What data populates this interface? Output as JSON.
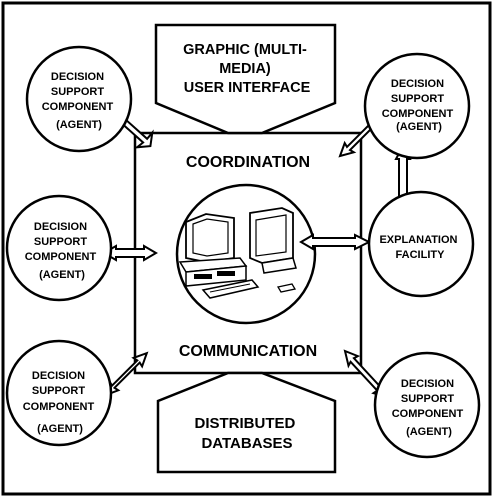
{
  "colors": {
    "stroke": "#000000",
    "background": "#ffffff"
  },
  "center": {
    "top_label": "COORDINATION",
    "bottom_label": "COMMUNICATION",
    "image": "computer-workstation"
  },
  "top_box": {
    "lines": [
      "GRAPHIC (MULTI-",
      "MEDIA)",
      "USER INTERFACE"
    ]
  },
  "bottom_box": {
    "lines": [
      "DISTRIBUTED",
      "DATABASES"
    ]
  },
  "circles": {
    "top_left": {
      "lines": [
        "DECISION",
        "SUPPORT",
        "COMPONENT",
        "(AGENT)"
      ]
    },
    "middle_left": {
      "lines": [
        "DECISION",
        "SUPPORT",
        "COMPONENT",
        "(AGENT)"
      ]
    },
    "bottom_left": {
      "lines": [
        "DECISION",
        "SUPPORT",
        "COMPONENT",
        "(AGENT)"
      ]
    },
    "top_right": {
      "lines": [
        "DECISION",
        "SUPPORT",
        "COMPONENT",
        "(AGENT)"
      ]
    },
    "bottom_right": {
      "lines": [
        "DECISION",
        "SUPPORT",
        "COMPONENT",
        "(AGENT)"
      ]
    },
    "explanation": {
      "lines": [
        "EXPLANATION",
        "FACILITY"
      ]
    }
  }
}
